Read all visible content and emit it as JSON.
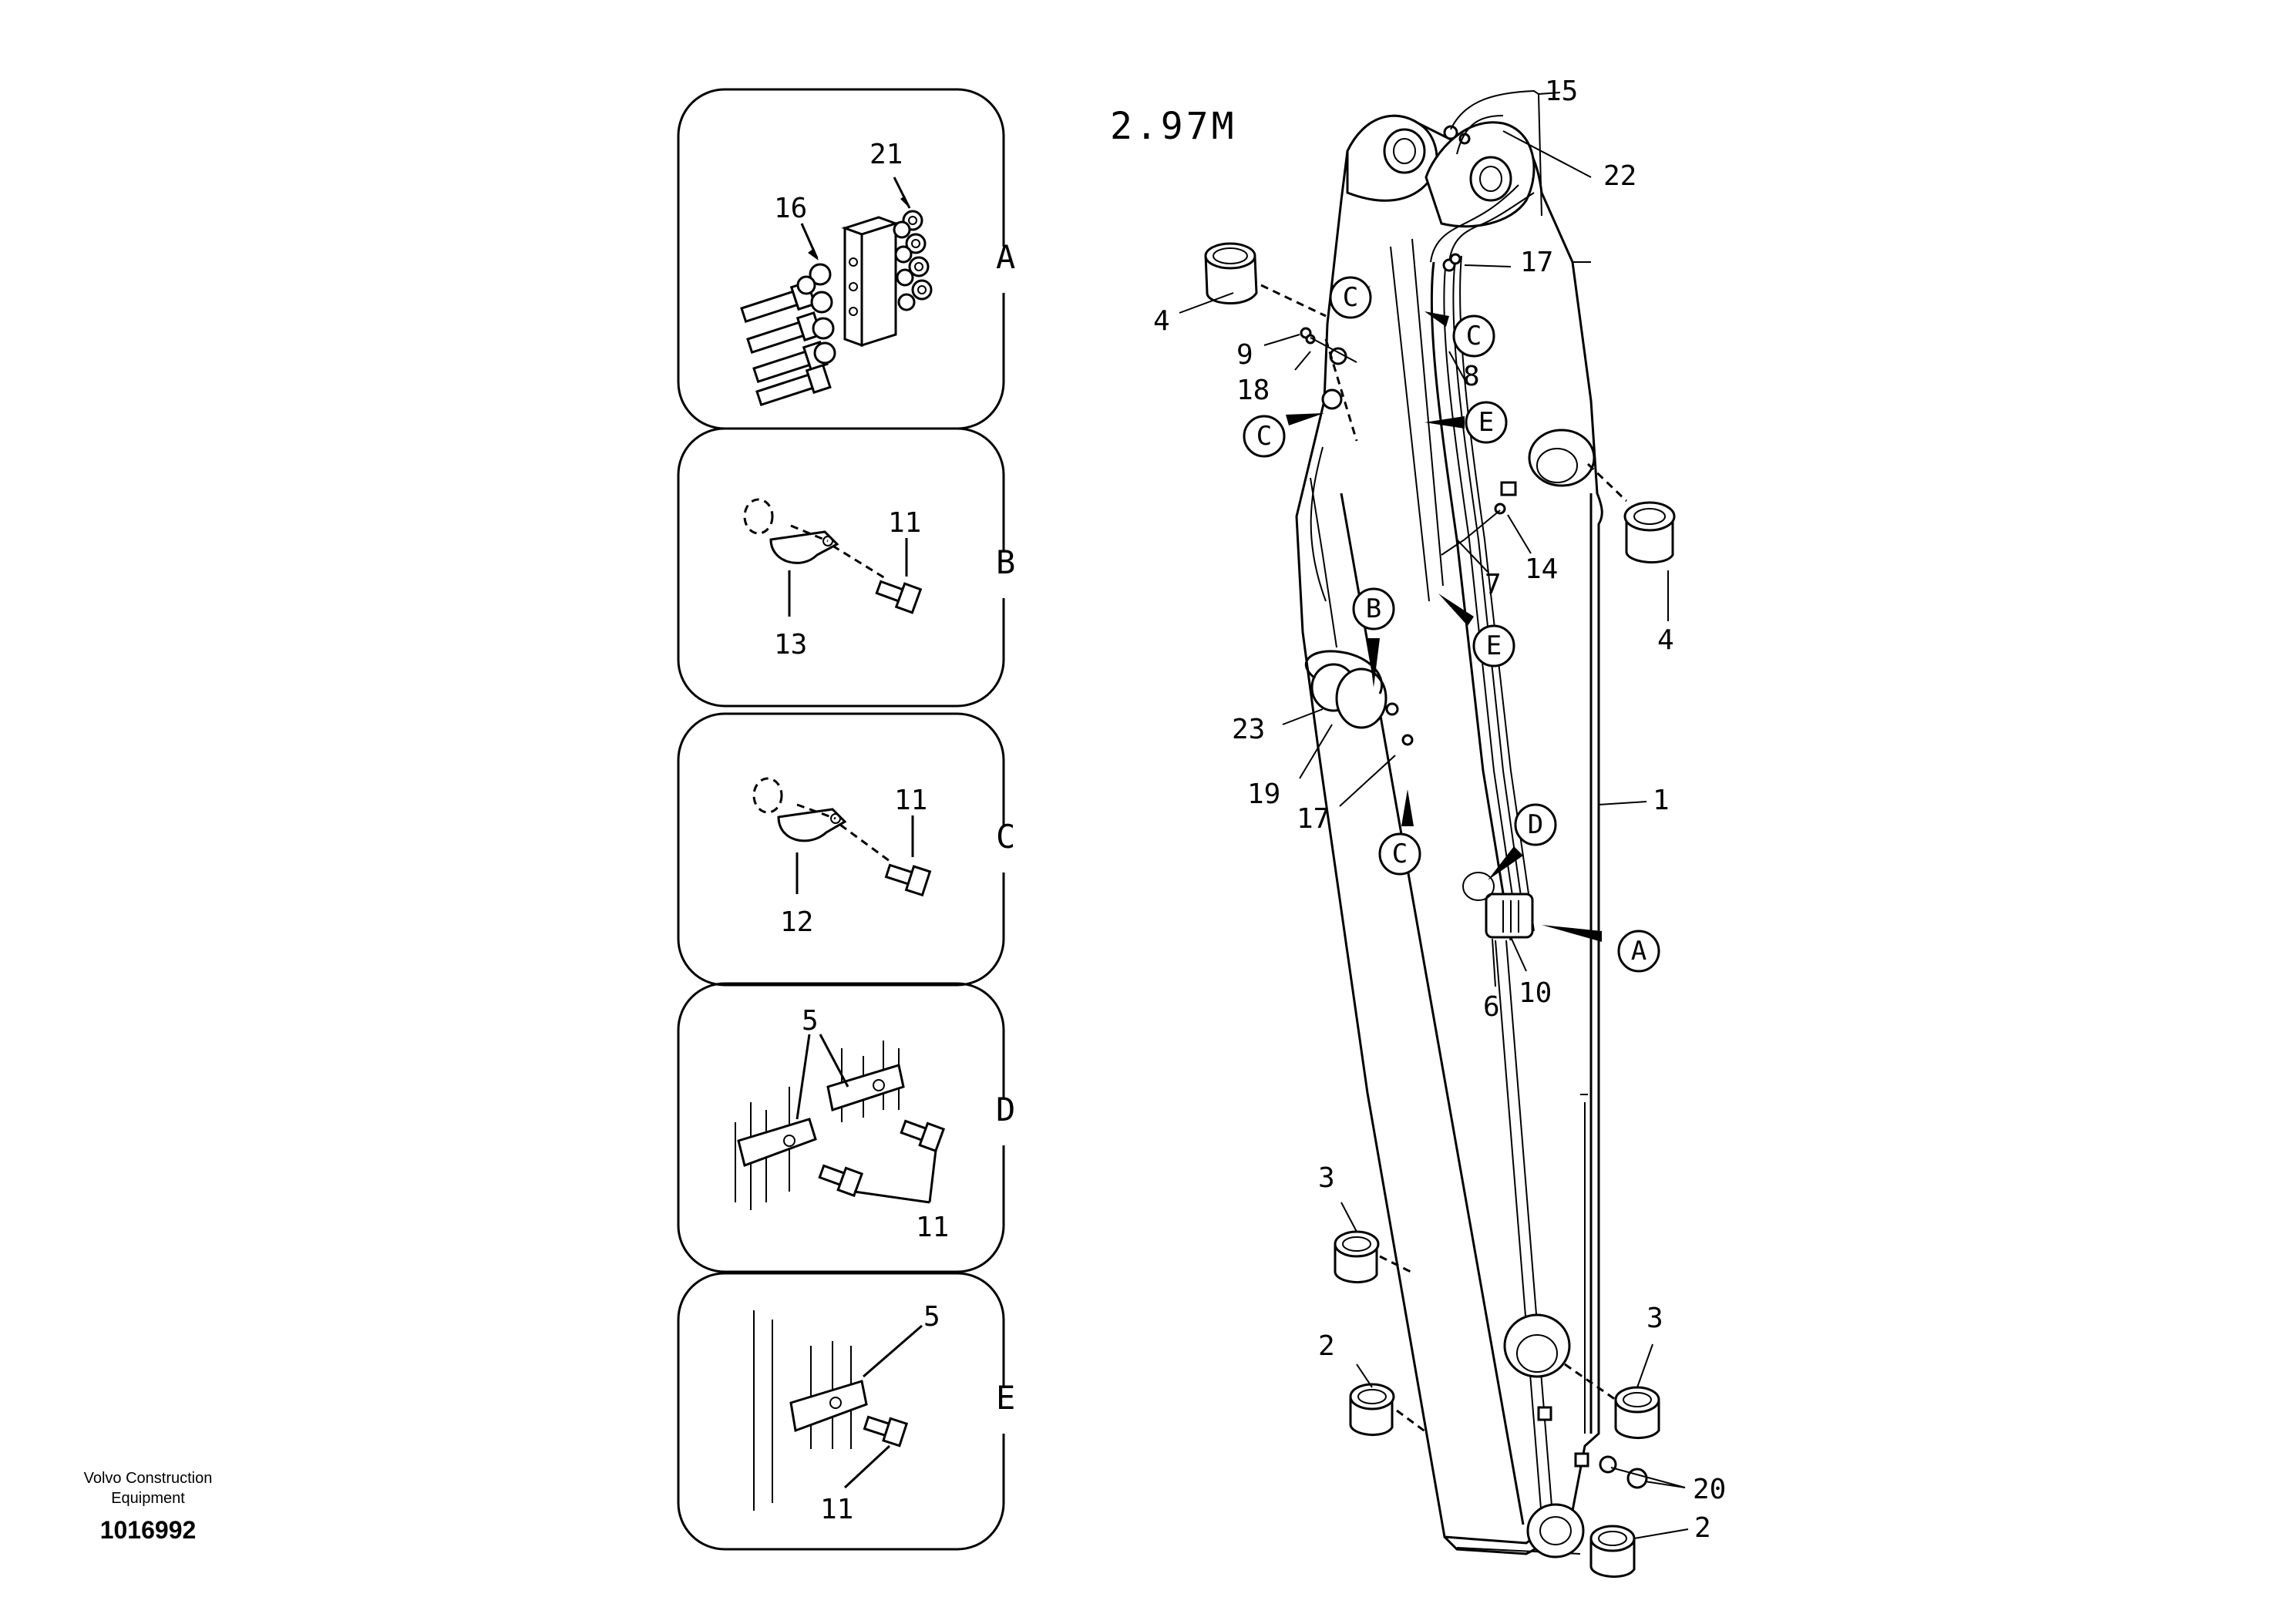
{
  "diagram": {
    "model_label": "2.97M",
    "publisher_line1": "Volvo Construction",
    "publisher_line2": "Equipment",
    "drawing_number": "1016992",
    "panels": [
      {
        "letter": "A",
        "parts": [
          "21",
          "16"
        ]
      },
      {
        "letter": "B",
        "parts": [
          "11",
          "13"
        ]
      },
      {
        "letter": "C",
        "parts": [
          "11",
          "12"
        ]
      },
      {
        "letter": "D",
        "parts": [
          "5",
          "11"
        ]
      },
      {
        "letter": "E",
        "parts": [
          "5",
          "11"
        ]
      }
    ],
    "callouts": {
      "p1": "1",
      "p2a": "2",
      "p2b": "2",
      "p3a": "3",
      "p3b": "3",
      "p4a": "4",
      "p4b": "4",
      "p6": "6",
      "p7": "7",
      "p8": "8",
      "p9": "9",
      "p10": "10",
      "p14": "14",
      "p15": "15",
      "p17a": "17",
      "p17b": "17",
      "p18": "18",
      "p19": "19",
      "p20": "20",
      "p22": "22",
      "p23": "23"
    },
    "detail_markers": {
      "c1": "C",
      "c2": "C",
      "c3": "C",
      "c4": "C",
      "e1": "E",
      "e2": "E",
      "b1": "B",
      "d1": "D",
      "a1": "A"
    }
  }
}
